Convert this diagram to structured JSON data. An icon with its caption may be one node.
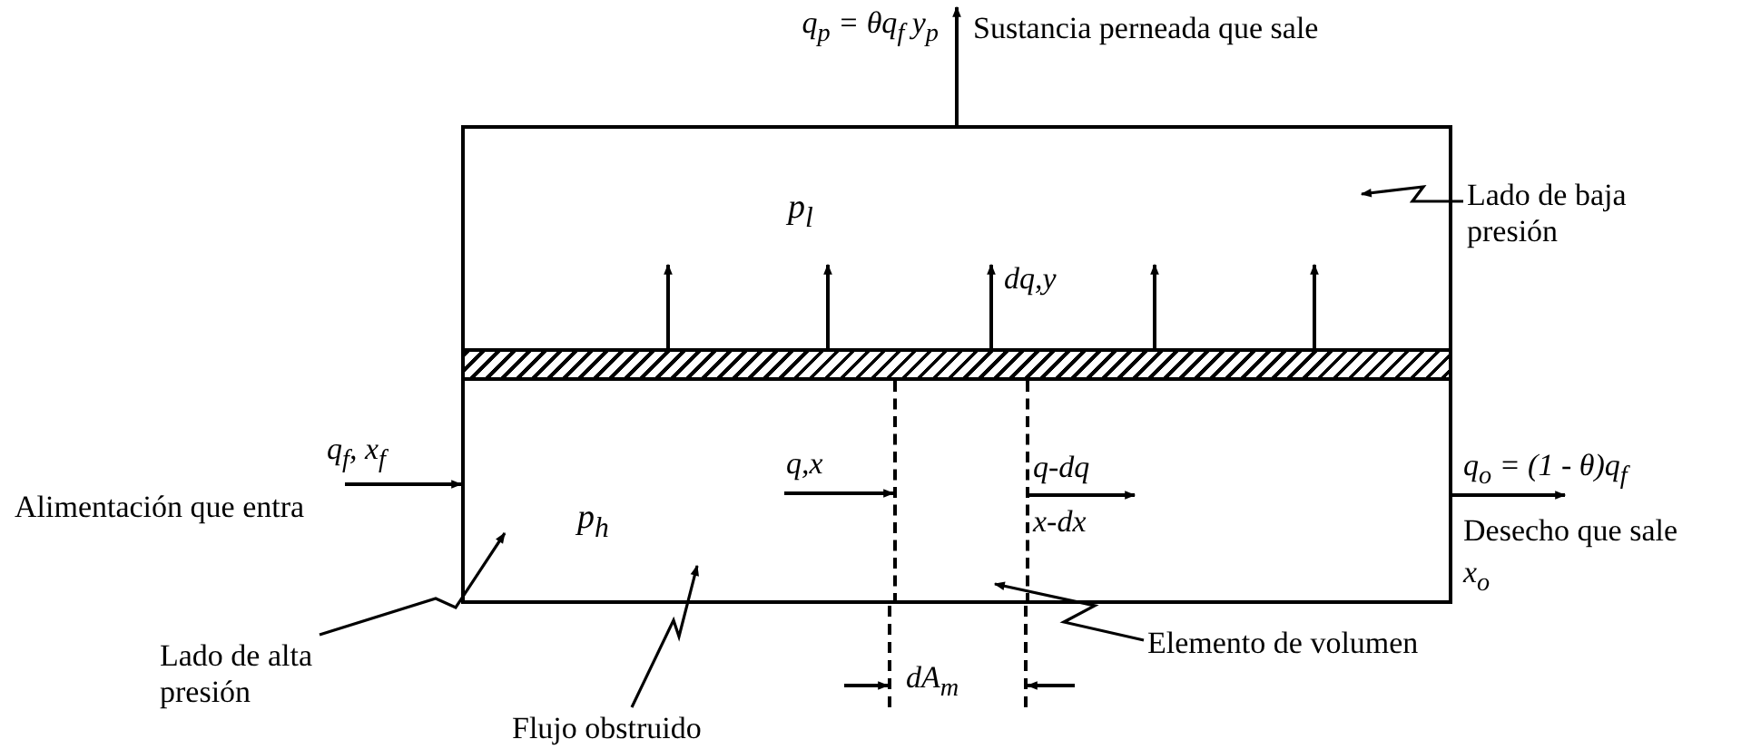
{
  "diagram": {
    "nodes": [
      {
        "text": [
          "p$_{l}$"
        ]
      },
      {
        "text": [],
        "shape": "bar"
      },
      {
        "text": [
          "p$_{h}$"
        ]
      },
      {
        "text": [],
        "shape": "box",
        "in": 2
      },
      {
        "text": [
          "Lado de baja presión"
        ]
      },
      {
        "text": [
          "Lado de alta presión"
        ]
      },
      {
        "text": [
          "Flujo obstruido"
        ]
      },
      {
        "text": [
          "Elemento de volumen"
        ]
      },
      {
        "text": [
          "Sustancia perneada que sale"
        ]
      },
      {
        "text": [
          "Desecho que sale"
        ]
      },
      {
        "text": [
          "Alimentación que entra"
        ]
      }
    ],
    "edges": [
      {
        "from": 0,
        "to": 8,
        "arrow": "to",
        "label": "q$_{p}$ = θq$_{f}$ y$_{p}$"
      },
      {
        "from": 10,
        "to": 2,
        "arrow": "to",
        "label": "q$_{f}$, x$_{f}$"
      },
      {
        "from": 2,
        "to": 9,
        "arrow": "to",
        "label": "q$_{o}$ = (1 - θ)q$_{f}$"
      },
      {
        "from": 1,
        "to": 0,
        "arrow": "to"
      },
      {
        "from": 1,
        "to": 0,
        "arrow": "to"
      },
      {
        "from": 1,
        "to": 0,
        "arrow": "to",
        "label": "dq,y"
      },
      {
        "from": 1,
        "to": 0,
        "arrow": "to"
      },
      {
        "from": 1,
        "to": 0,
        "arrow": "to"
      },
      {
        "from": null,
        "to": 3,
        "arrow": "to",
        "label": "q,x"
      },
      {
        "from": 3,
        "to": null,
        "arrow": "to",
        "label": "q-dq x-dx"
      },
      {
        "from": 4,
        "to": 0,
        "arrow": "to"
      },
      {
        "from": 5,
        "to": 2,
        "arrow": "to"
      },
      {
        "from": 6,
        "to": 2,
        "arrow": "to"
      },
      {
        "from": 7,
        "to": 3,
        "arrow": "to"
      }
    ],
    "labels": [
      "x$_{o}$",
      "dA$_{m}$"
    ]
  }
}
